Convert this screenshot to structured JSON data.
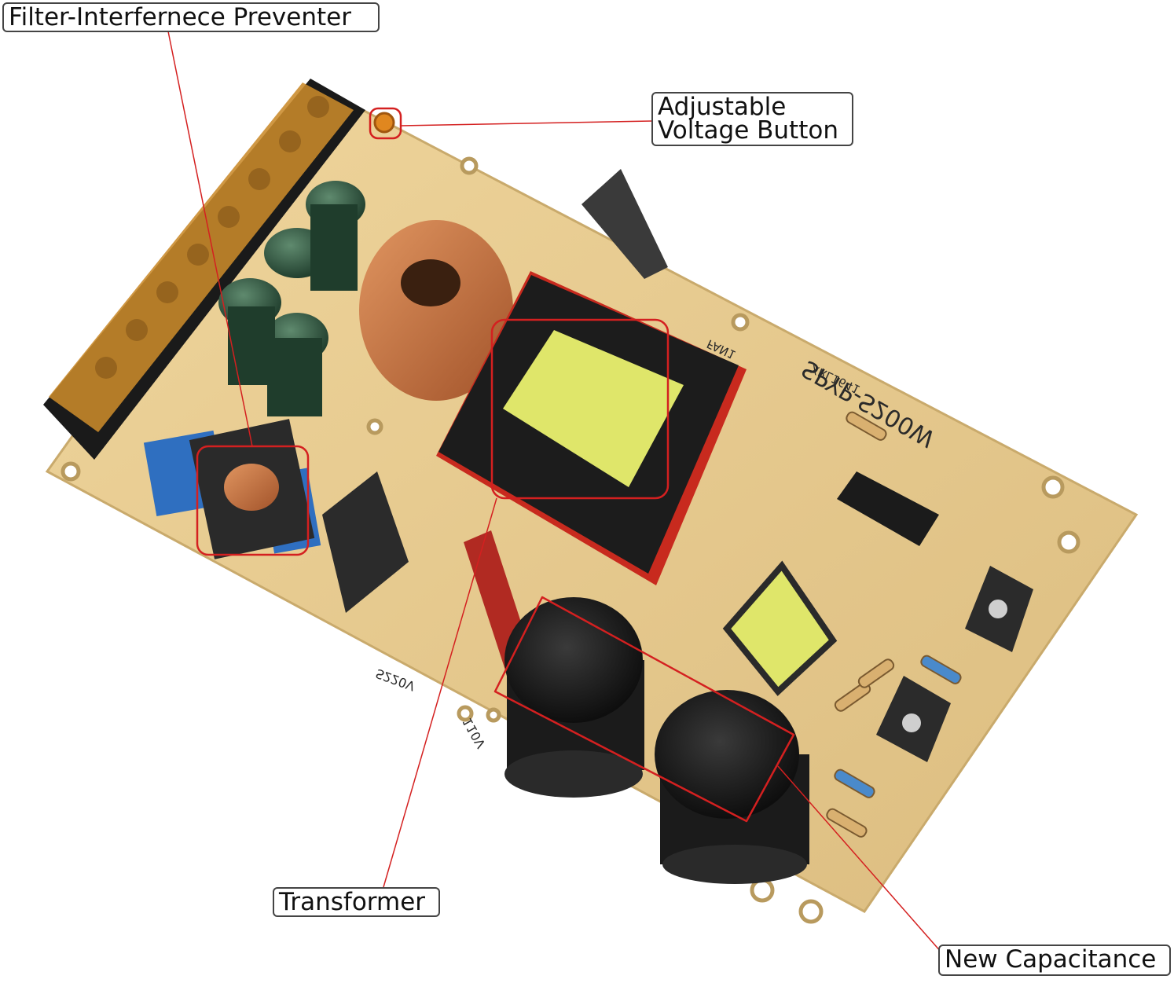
{
  "callouts": {
    "filter": {
      "label": "Filter-Interfernece Preventer"
    },
    "voltage": {
      "line1": "Adjustable",
      "line2": "Voltage Button"
    },
    "transformer": {
      "label": "Transformer"
    },
    "capacitance": {
      "label": "New Capacitance"
    }
  },
  "board": {
    "silkscreen_model": "SPYP-S200W",
    "silkscreen_code": "XRL1641",
    "silkscreen_fan": "FAN1",
    "silkscreen_switch": "S220V",
    "silkscreen_volt": "110V"
  },
  "colors": {
    "pcb": "#e6c98b",
    "highlight": "#d42020",
    "terminal": "#c98a2a"
  }
}
